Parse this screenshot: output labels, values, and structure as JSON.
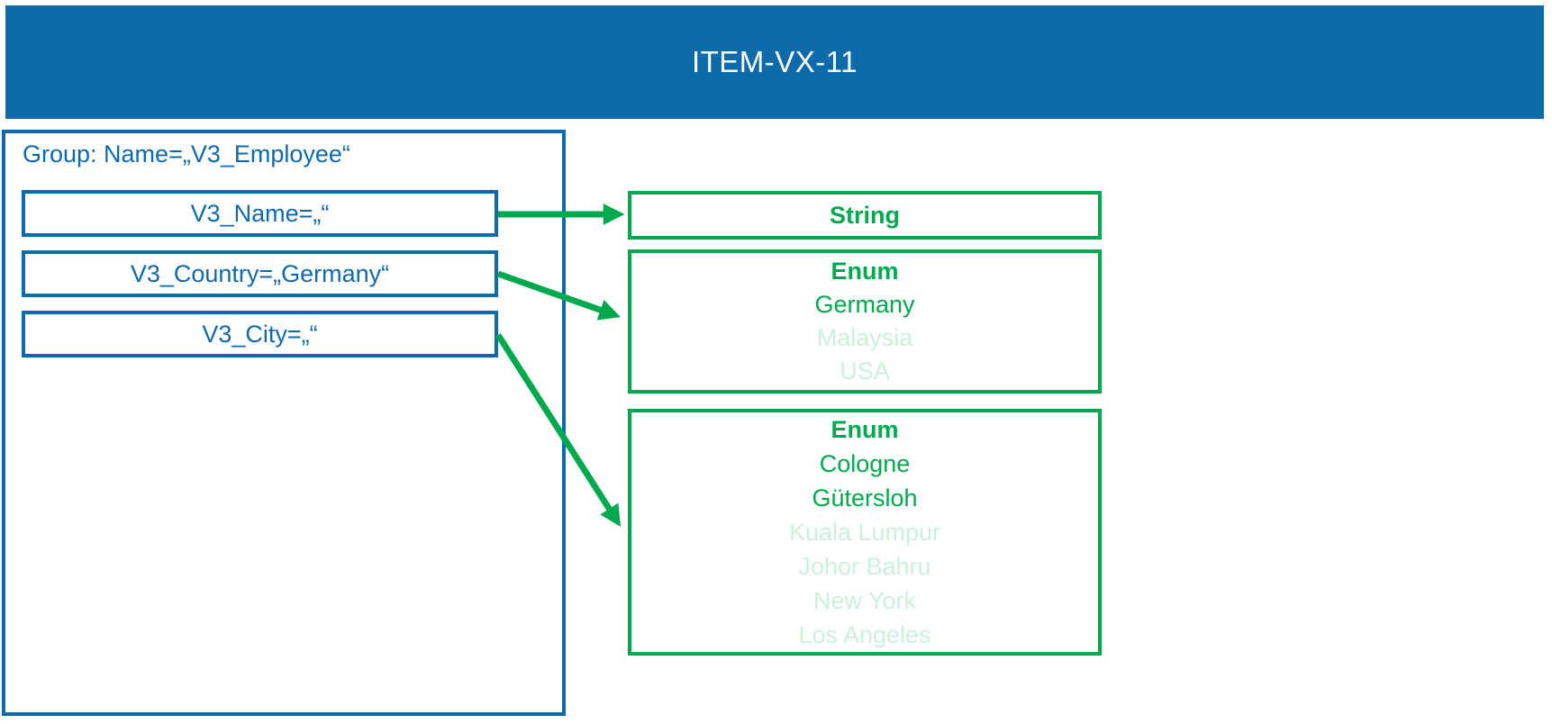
{
  "title_bar": {
    "title": "ITEM-VX-11"
  },
  "colors": {
    "blue": "#0E6AAB",
    "green": "#00A94E",
    "green_muted": "#CBF1DD"
  },
  "group": {
    "label": "Group: Name=„V3_Employee“",
    "fields": [
      {
        "label": "V3_Name=„“"
      },
      {
        "label": "V3_Country=„Germany“"
      },
      {
        "label": "V3_City=„“"
      }
    ]
  },
  "types": [
    {
      "title": "String",
      "entries": []
    },
    {
      "title": "Enum",
      "entries": [
        {
          "label": "Germany",
          "muted": false
        },
        {
          "label": "Malaysia",
          "muted": true
        },
        {
          "label": "USA",
          "muted": true
        }
      ]
    },
    {
      "title": "Enum",
      "entries": [
        {
          "label": "Cologne",
          "muted": false
        },
        {
          "label": "Gütersloh",
          "muted": false
        },
        {
          "label": "Kuala Lumpur",
          "muted": true
        },
        {
          "label": "Johor Bahru",
          "muted": true
        },
        {
          "label": "New York",
          "muted": true
        },
        {
          "label": "Los Angeles",
          "muted": true
        }
      ]
    }
  ]
}
